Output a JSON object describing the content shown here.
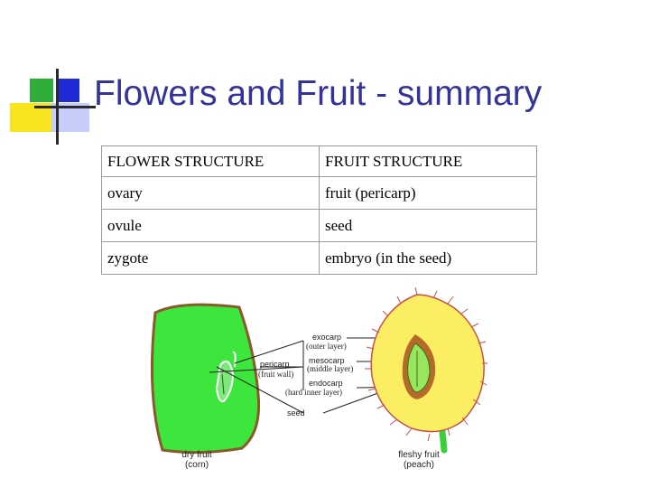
{
  "slide": {
    "title": "Flowers and Fruit - summary"
  },
  "table": {
    "headers": [
      "FLOWER STRUCTURE",
      "FRUIT STRUCTURE"
    ],
    "rows": [
      [
        "ovary",
        "fruit (pericarp)"
      ],
      [
        "ovule",
        "seed"
      ],
      [
        "zygote",
        "embryo (in the seed)"
      ]
    ]
  },
  "diagram": {
    "labels": {
      "exocarp": "exocarp",
      "outer_layer": "(outer layer)",
      "mesocarp": "mesocarp",
      "middle_layer": "(middle layer)",
      "pericarp": "pericarp",
      "fruit_wall": "(fruit wall)",
      "endocarp": "endocarp",
      "hard_inner_layer": "(hard inner layer)",
      "seed": "seed"
    },
    "captions": {
      "dry_fruit": "dry fruit",
      "dry_example": "(corn)",
      "fleshy_fruit": "fleshy fruit",
      "fleshy_example": "(peach)"
    },
    "colors": {
      "corn_fill": "#3ce63c",
      "peach_fill": "#fbee62",
      "mesocarp_ring": "#b46a28",
      "seed_fill": "#98e65e",
      "exocarp_hairs": "#c8524a"
    }
  }
}
